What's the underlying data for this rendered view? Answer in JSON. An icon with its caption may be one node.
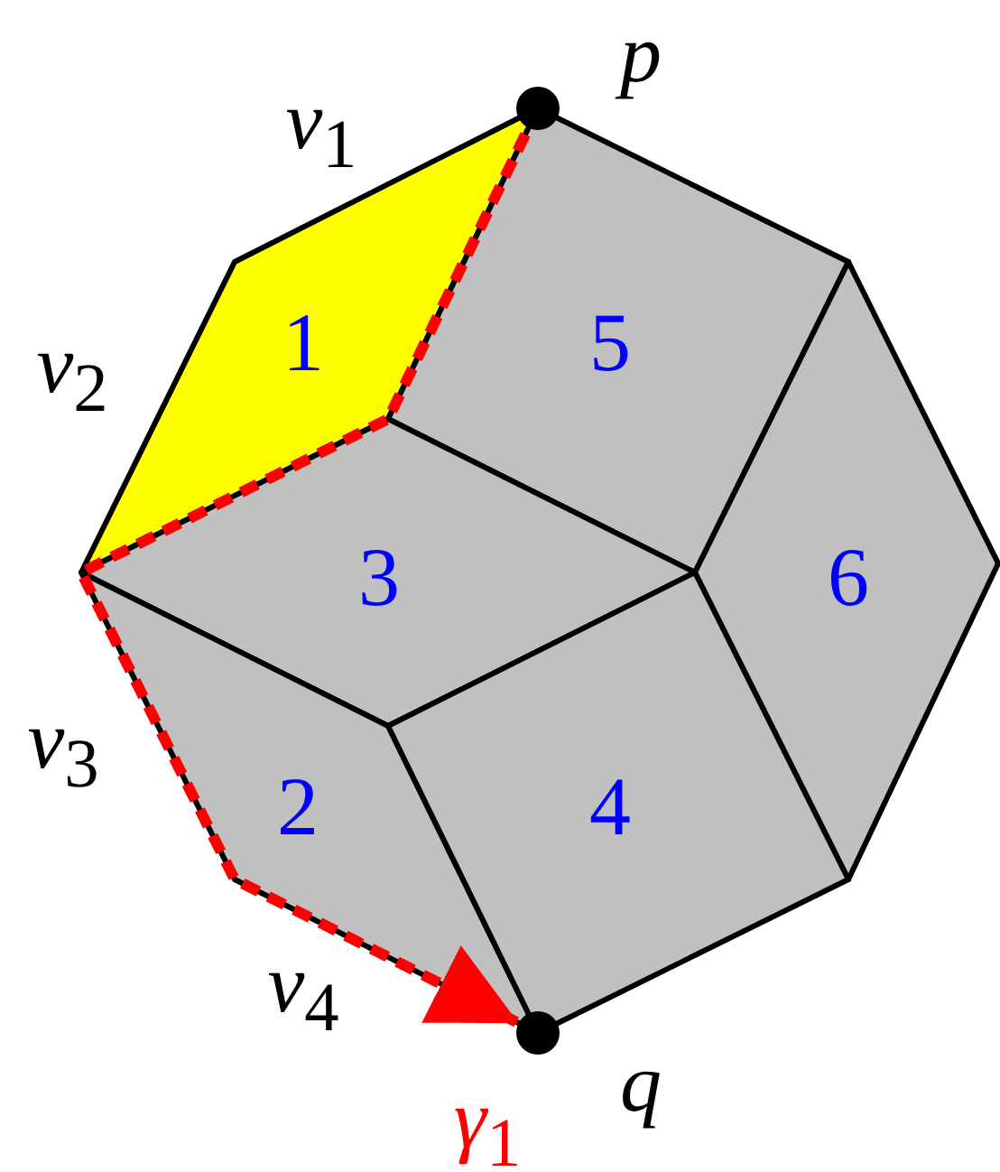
{
  "diagram": {
    "nodes": [
      {
        "text": [],
        "shape": "circle",
        "beside": [
          "*p*"
        ]
      },
      {
        "text": [
          "1"
        ]
      },
      {
        "text": [
          "5"
        ]
      },
      {
        "text": [
          "3"
        ]
      },
      {
        "text": [
          "6"
        ]
      },
      {
        "text": [
          "2"
        ]
      },
      {
        "text": [
          "4"
        ]
      },
      {
        "text": [],
        "shape": "circle",
        "beside": [
          "*q*"
        ]
      }
    ],
    "edges": [
      {
        "from": 0,
        "to": 7,
        "arrow": "to",
        "style": "dashed",
        "color": "#ff0000",
        "label": "*γ*$_{1}$"
      }
    ],
    "labels": [
      "*v*$_{1}$",
      "*v*$_{2}$",
      "*v*$_{3}$",
      "*v*$_{4}$"
    ]
  }
}
